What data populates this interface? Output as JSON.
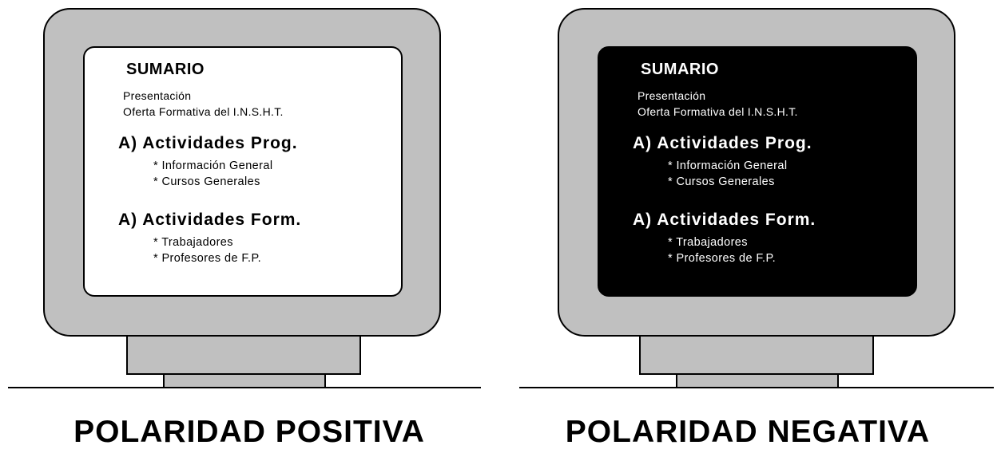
{
  "screen": {
    "title": "SUMARIO",
    "lines": [
      "Presentación",
      "Oferta Formativa del I.N.S.H.T."
    ],
    "sections": [
      {
        "heading": "A) Actividades Prog.",
        "items": [
          "* Información General",
          "* Cursos Generales"
        ]
      },
      {
        "heading": "A) Actividades Form.",
        "items": [
          "* Trabajadores",
          "* Profesores de F.P."
        ]
      }
    ]
  },
  "captions": {
    "positive": "POLARIDAD POSITIVA",
    "negative": "POLARIDAD NEGATIVA"
  },
  "colors": {
    "bezel": "#c0c0c0",
    "positive_bg": "#ffffff",
    "negative_bg": "#000000"
  }
}
